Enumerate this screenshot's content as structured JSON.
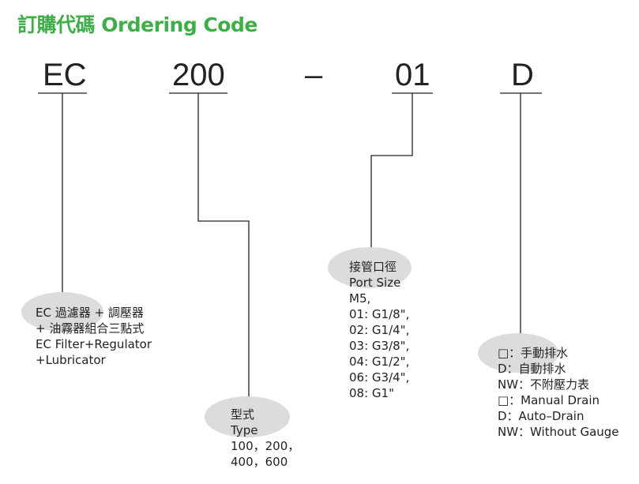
{
  "title": "訂購代碼 Ordering Code",
  "code": {
    "part1": "EC",
    "part2": "200",
    "dash": "–",
    "part3": "01",
    "part4": "D"
  },
  "series_block": {
    "lines": [
      "EC 過濾器 + 調壓器",
      "+ 油霧器組合三點式",
      "EC Filter+Regulator",
      "+Lubricator"
    ]
  },
  "type_block": {
    "lines": [
      "型式",
      "Type",
      "100，200，",
      "400，600"
    ]
  },
  "port_block": {
    "lines": [
      "接管口徑",
      "Port Size",
      "M5,",
      "01: G1/8\",",
      "02: G1/4\",",
      "03: G3/8\",",
      "04: G1/2\",",
      "06: G3/4\",",
      "08: G1\""
    ]
  },
  "drain_block": {
    "lines": [
      "□：手動排水",
      "D：自動排水",
      "NW：不附壓力表",
      "□：Manual Drain",
      "D：Auto–Drain",
      "NW：Without Gauge"
    ]
  },
  "colors": {
    "title": "#3fae49",
    "ellipse": "#dcdcdc",
    "line": "#222222"
  }
}
